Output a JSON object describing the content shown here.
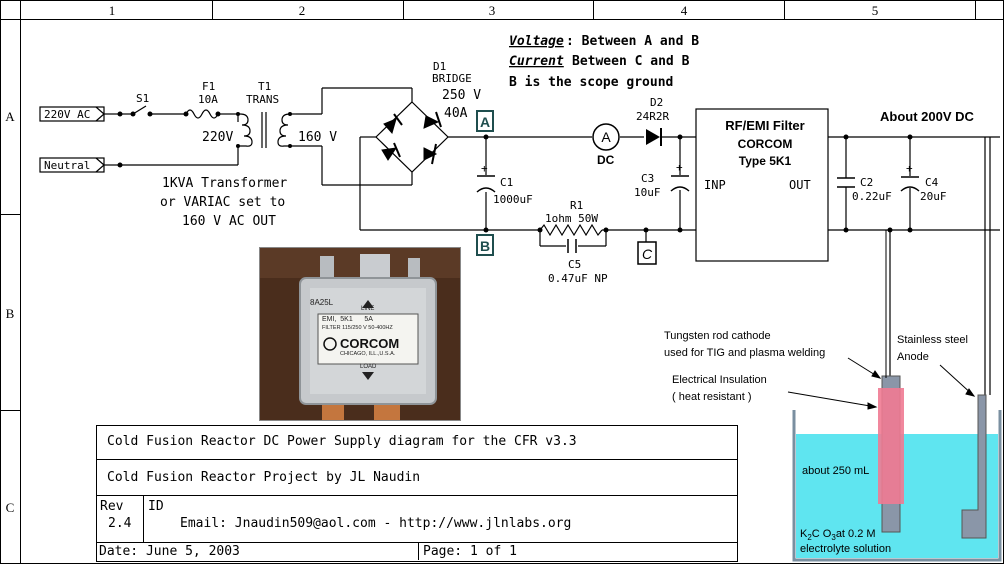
{
  "grid": {
    "columns": [
      "1",
      "2",
      "3",
      "4",
      "5"
    ],
    "rows": [
      "A",
      "B",
      "C"
    ]
  },
  "notes": {
    "voltage_label": "Voltage",
    "voltage_text": ": Between A and B",
    "current_label": "Current",
    "current_text": "Between C and B",
    "ground_text": "B is the scope ground"
  },
  "components": {
    "ac_in": "220V AC",
    "neutral": "Neutral",
    "s1": "S1",
    "f1": "F1",
    "f1_value": "10A",
    "t1": "T1",
    "t1_type": "TRANS",
    "primary_v": "220V",
    "secondary_v": "160 V",
    "transformer_desc": [
      "1KVA Transformer",
      "or VARIAC set to",
      "160 V AC OUT"
    ],
    "d1": "D1",
    "d1_type": "BRIDGE",
    "d1_v": "250 V",
    "d1_a": "40A",
    "point_a": "A",
    "point_b": "B",
    "point_c": "C",
    "c1": "C1",
    "c1_value": "1000uF",
    "r1": "R1",
    "r1_value": "1ohm 50W",
    "c5": "C5",
    "c5_value": "0.47uF NP",
    "ammeter": "A",
    "ammeter_type": "DC",
    "d2": "D2",
    "d2_value": "24R2R",
    "c3": "C3",
    "c3_value": "10uF",
    "filter_title": "RF/EMI Filter",
    "filter_brand": "CORCOM",
    "filter_type": "Type 5K1",
    "filter_inp": "INP",
    "filter_out": "OUT",
    "c2": "C2",
    "c2_value": "0.22uF",
    "c4": "C4",
    "c4_value": "20uF",
    "output_v": "About 200V DC"
  },
  "cell": {
    "cathode": [
      "Tungsten rod cathode",
      "used for TIG and plasma welding"
    ],
    "anode": [
      "Stainless steel",
      "Anode"
    ],
    "insulation": [
      "Electrical Insulation",
      "( heat resistant )"
    ],
    "volume": "about 250 mL",
    "electrolyte_line1": "at 0.2 M",
    "electrolyte_line2": "electrolyte solution"
  },
  "photo": {
    "code": "8A25L",
    "line": "LINE",
    "load": "LOAD",
    "emi": "EMI,  5K1      5A",
    "filter": "FILTER 115/250 V 50-400HZ",
    "brand": "CORCOM",
    "city": "CHICAGO, ILL.,U.S.A."
  },
  "title_block": {
    "title": "Cold Fusion Reactor DC Power Supply diagram for the CFR v3.3",
    "project": "Cold Fusion Reactor Project by JL Naudin",
    "rev_label": "Rev",
    "rev": "2.4",
    "id_label": "ID",
    "contact": "Email: Jnaudin509@aol.com - http://www.jlnlabs.org",
    "date": "Date: June 5, 2003",
    "page": "Page: 1 of 1"
  }
}
